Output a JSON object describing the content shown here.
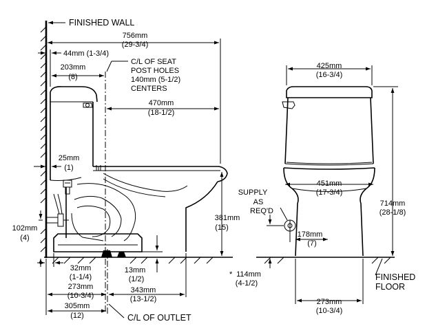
{
  "labels": {
    "finished_wall": "FINISHED WALL",
    "finished_floor_1": "FINISHED",
    "finished_floor_2": "FLOOR",
    "cl_seat_1": "C/L OF SEAT",
    "cl_seat_2": "POST HOLES",
    "cl_seat_3": "140mm (5-1/2)",
    "cl_seat_4": "CENTERS",
    "cl_outlet": "C/L OF OUTLET",
    "supply_1": "SUPPLY",
    "supply_2": "AS",
    "supply_3": "REQ'D"
  },
  "side_view": {
    "overall_depth": {
      "mm": "756mm",
      "in": "(29-3/4)"
    },
    "wall_to_seat": {
      "mm": "44mm (1-3/4)"
    },
    "tank_depth": {
      "mm": "203mm",
      "in": "(8)"
    },
    "seat_to_front": {
      "mm": "470mm",
      "in": "(18-1/2)"
    },
    "tank_gap": {
      "mm": "25mm",
      "in": "(1)"
    },
    "rim_height": {
      "mm": "381mm",
      "in": "(15)"
    },
    "supply_height": {
      "mm": "102mm",
      "in": "(4)"
    },
    "base_offset": {
      "mm": "32mm",
      "in": "(1-1/4)"
    },
    "base_height": {
      "mm": "13mm",
      "in": "(1/2)"
    },
    "outlet_to_base": {
      "mm": "273mm",
      "in": "(10-3/4)"
    },
    "outlet_to_front": {
      "mm": "343mm",
      "in": "(13-1/2)"
    },
    "rough_in": {
      "mm": "305mm",
      "in": "(12)"
    }
  },
  "front_view": {
    "tank_width": {
      "mm": "425mm",
      "in": "(16-3/4)"
    },
    "bowl_width": {
      "mm": "451mm",
      "in": "(17-3/4)"
    },
    "overall_height": {
      "mm": "714mm",
      "in": "(28-1/8)"
    },
    "supply_offset": {
      "mm": "178mm",
      "in": "(7)"
    },
    "supply_height": {
      "star": "*",
      "mm": "114mm",
      "in": "(4-1/2)"
    },
    "base_width": {
      "mm": "273mm",
      "in": "(10-3/4)"
    }
  }
}
